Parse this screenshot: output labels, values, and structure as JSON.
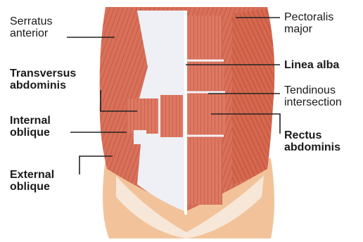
{
  "labels": {
    "serratus_anterior": [
      "Serratus",
      "anterior"
    ],
    "transversus_abdominis": [
      "Transversus",
      "abdominis"
    ],
    "internal_oblique": [
      "Internal",
      "oblique"
    ],
    "external_oblique": [
      "External",
      "oblique"
    ],
    "pectoralis_major": [
      "Pectoralis",
      "major"
    ],
    "linea_alba": [
      "Linea alba"
    ],
    "tendinous_intersection": [
      "Tendinous",
      "intersection"
    ],
    "rectus_abdominis": [
      "Rectus",
      "abdominis"
    ]
  },
  "colors": {
    "muscle": "#d9705a",
    "muscle_dark": "#b84a38",
    "fascia": "#eef0f5",
    "skin": "#f2c39a",
    "line": "#222222"
  }
}
